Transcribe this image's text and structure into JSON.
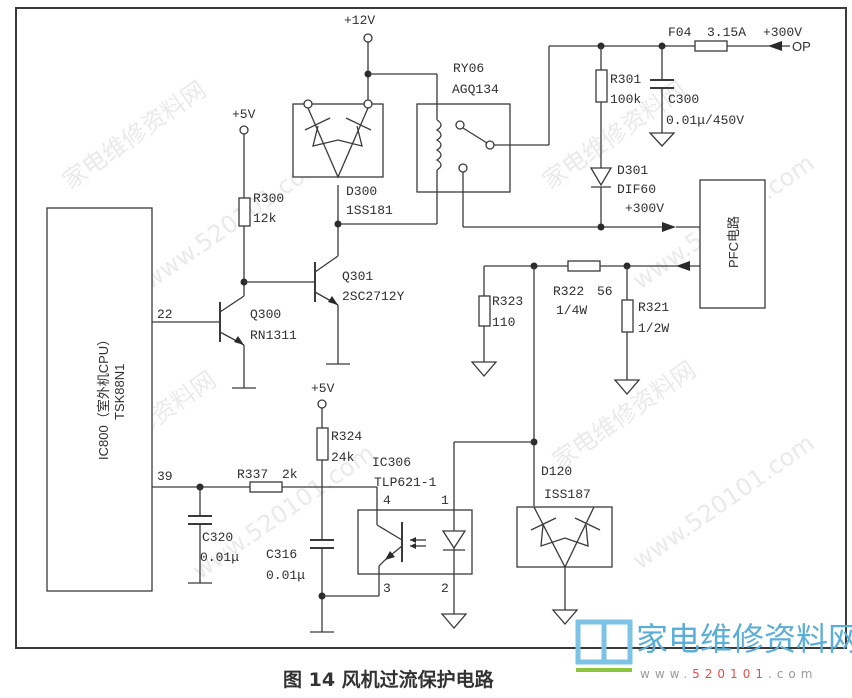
{
  "figure": {
    "caption": "图 14  风机过流保护电路"
  },
  "watermark": {
    "text_cn": "家电维修资料网",
    "text_url": "www.520101.com",
    "logo_cn": "家电维修资料网",
    "logo_url_prefix": "www.",
    "logo_url_digits": "520101",
    "logo_url_suffix": ".com",
    "logo_color": "#5aaed8",
    "logo_digits_color": "#e0504a"
  },
  "power": {
    "v12": "+12V",
    "v5_top": "+5V",
    "v5_bottom": "+5V",
    "v300_in": "+300V",
    "op": "OP",
    "v300_out": "+300V"
  },
  "components": {
    "ic800": {
      "line1": "IC800（室外机CPU）",
      "line2": "TSK88N1",
      "pin22": "22",
      "pin39": "39"
    },
    "r300": {
      "ref": "R300",
      "value": "12k"
    },
    "q300": {
      "ref": "Q300",
      "value": "RN1311"
    },
    "q301": {
      "ref": "Q301",
      "value": "2SC2712Y"
    },
    "d300": {
      "ref": "D300",
      "value": "1SS181"
    },
    "ry06": {
      "ref": "RY06",
      "value": "AGQ134"
    },
    "f04": {
      "ref": "F04",
      "value": "3.15A"
    },
    "r301": {
      "ref": "R301",
      "value": "100k"
    },
    "c300": {
      "ref": "C300",
      "value": "0.01μ/450V"
    },
    "d301": {
      "ref": "D301",
      "value": "DIF60"
    },
    "pfc": {
      "label": "PFC电路"
    },
    "r323": {
      "ref": "R323",
      "value": "110"
    },
    "r322": {
      "ref": "R322",
      "value": "56",
      "power": "1/4W"
    },
    "r321": {
      "ref": "R321",
      "value": "1/2W"
    },
    "r324": {
      "ref": "R324",
      "value": "24k"
    },
    "r337": {
      "ref": "R337",
      "value": "2k"
    },
    "c320": {
      "ref": "C320",
      "value": "0.01μ"
    },
    "c316": {
      "ref": "C316",
      "value": "0.01μ"
    },
    "ic306": {
      "ref": "IC306",
      "value": "TLP621-1",
      "pin1": "1",
      "pin2": "2",
      "pin3": "3",
      "pin4": "4"
    },
    "d120": {
      "ref": "D120",
      "value": "ISS187"
    }
  }
}
